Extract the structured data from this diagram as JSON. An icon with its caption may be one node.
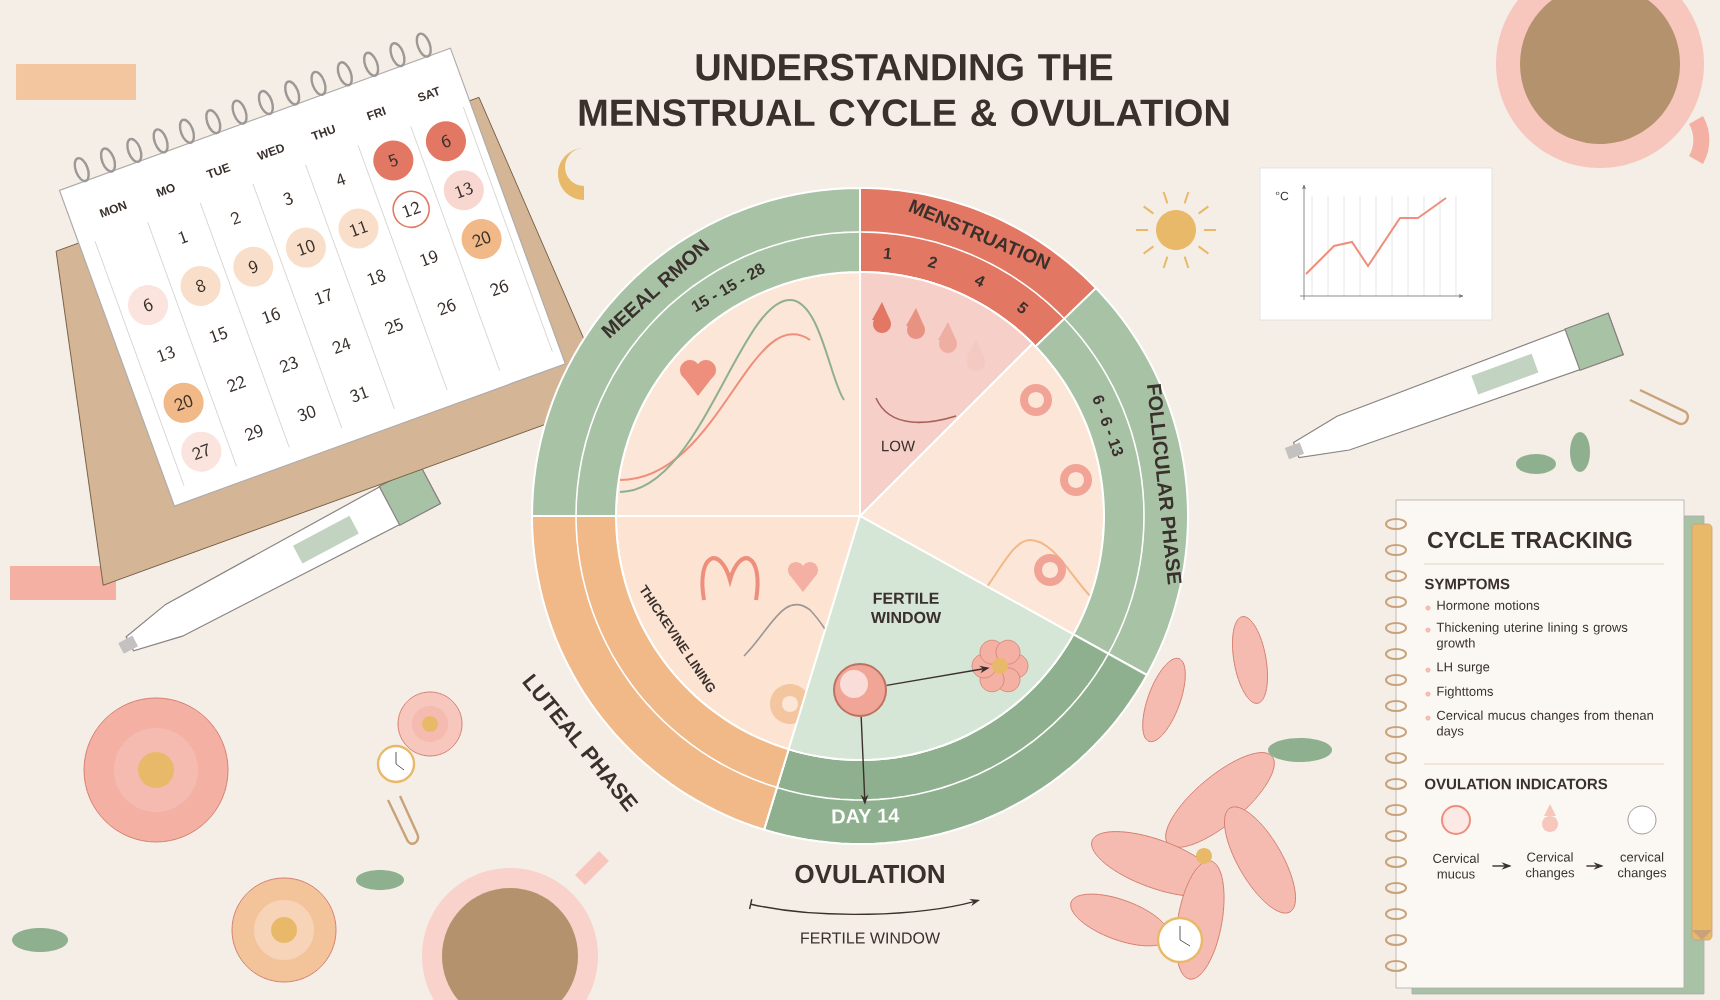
{
  "diagram": {
    "title": "UNDERSTANDING THE MENSTRUAL CYCLE & OVULATION",
    "nodes": [
      {
        "text": [
          "MEEAL RMON",
          "15 - 15 - 28"
        ]
      },
      {
        "text": [
          "MENSTRUATION",
          "1",
          "2",
          "4",
          "5"
        ]
      },
      {
        "text": [
          "FOLLICULAR PHASE",
          "6 - 6 - 13"
        ]
      },
      {
        "text": [
          "DAY 14"
        ]
      },
      {
        "text": [
          "LUTEAL PHASE",
          "THICKEVINE LINING"
        ]
      },
      {
        "text": [
          "LOW"
        ]
      },
      {
        "text": [
          "FERTILE WINDOW"
        ]
      },
      {
        "text": [],
        "shape": "picture",
        "in": 6
      },
      {
        "text": [],
        "shape": "picture",
        "in": 6
      },
      {
        "text": [
          "°C"
        ]
      },
      {
        "text": [
          "CYCLE TRACKING",
          "SYMPTOMS",
          "Hormone motions",
          "Thickening uterine lining s grows growth",
          "LH surge",
          "Fighttoms",
          "Cervical mucus changes from thenan days",
          "OVULATION INDICATORS"
        ]
      },
      {
        "text": [
          "Cervical mucus"
        ],
        "in": 10
      },
      {
        "text": [
          "Cervical changes"
        ],
        "in": 10
      },
      {
        "text": [
          "cervical changes"
        ],
        "in": 10
      }
    ],
    "edges": [
      {
        "from": 7,
        "to": 8,
        "arrow": "to"
      },
      {
        "from": 7,
        "to": 3,
        "arrow": "to"
      },
      {
        "from": 11,
        "to": 12,
        "arrow": "to"
      },
      {
        "from": 12,
        "to": 13,
        "arrow": "to"
      }
    ],
    "labels": [
      "MON",
      "MO",
      "TUE",
      "WED",
      "THU",
      "FRI",
      "SAT",
      "1",
      "2",
      "3",
      "4",
      "5",
      "6",
      "6",
      "8",
      "9",
      "10",
      "11",
      "12",
      "13",
      "13",
      "15",
      "16",
      "17",
      "18",
      "19",
      "20",
      "20",
      "22",
      "23",
      "24",
      "25",
      "26",
      "26",
      "27",
      "29",
      "30",
      "31",
      "OVULATION",
      "FERTILE WINDOW"
    ]
  }
}
